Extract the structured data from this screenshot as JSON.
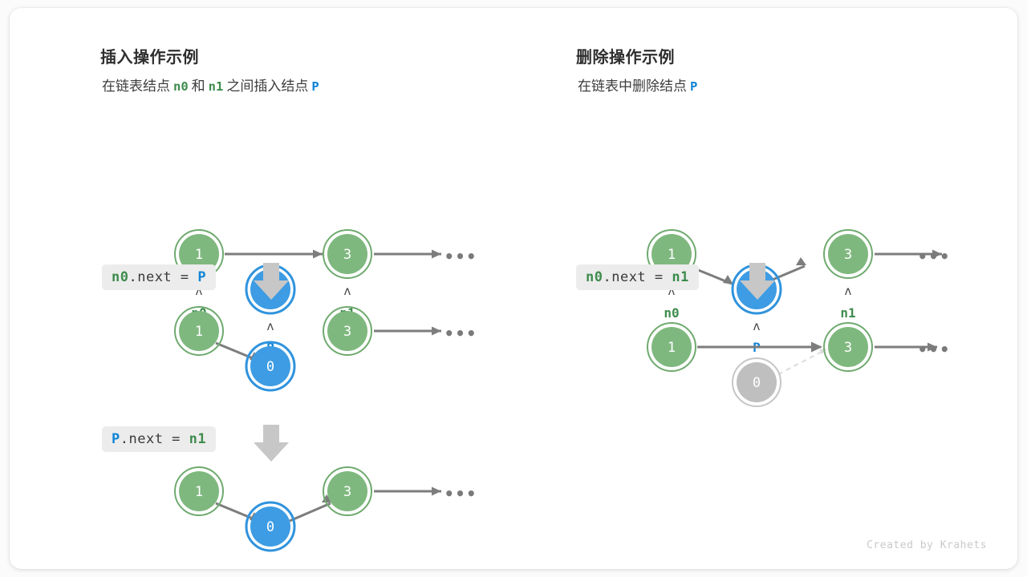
{
  "page": {
    "credit": "Created by Krahets",
    "background": "#fbfbfb",
    "card_background": "#ffffff"
  },
  "colors": {
    "green_fill": "#7fb87f",
    "green_ring": "#6faa6f",
    "green_text": "#3e8c4e",
    "blue_fill": "#3d9ce3",
    "blue_ring": "#2f93dd",
    "blue_text": "#1184d6",
    "gray_fill": "#bfbfbf",
    "gray_ring": "#c6c6c6",
    "arrow": "#7d7d7d",
    "dashed_arrow": "#d9d9d9",
    "badge_bg": "#ececec",
    "block_arrow": "#c7c7c7"
  },
  "left_panel": {
    "title": "插入操作示例",
    "subtitle": {
      "part1": "在链表结点",
      "code1": "n0",
      "part2": "和",
      "code2": "n1",
      "part3": "之间插入结点",
      "code3": "P"
    },
    "steps": [
      {
        "code": {
          "target": "n0",
          "prop": ".next = ",
          "value": "P"
        },
        "nodes": [
          {
            "value": "1",
            "color": "green",
            "pointer": "n0"
          },
          {
            "value": "0",
            "color": "blue",
            "pointer": "P"
          },
          {
            "value": "3",
            "color": "green",
            "pointer": "n1"
          }
        ],
        "ellipsis": "•••"
      },
      {
        "code": {
          "target": "P",
          "prop": ".next = ",
          "value": "n1"
        },
        "nodes": [
          {
            "value": "1",
            "color": "green"
          },
          {
            "value": "0",
            "color": "blue"
          },
          {
            "value": "3",
            "color": "green"
          }
        ],
        "ellipsis": "•••"
      },
      {
        "nodes": [
          {
            "value": "1",
            "color": "green"
          },
          {
            "value": "0",
            "color": "blue"
          },
          {
            "value": "3",
            "color": "green"
          }
        ],
        "ellipsis": "•••"
      }
    ]
  },
  "right_panel": {
    "title": "删除操作示例",
    "subtitle": {
      "part1": "在链表中删除结点",
      "code1": "P"
    },
    "steps": [
      {
        "code": {
          "target": "n0",
          "prop": ".next = ",
          "value": "n1"
        },
        "nodes": [
          {
            "value": "1",
            "color": "green",
            "pointer": "n0"
          },
          {
            "value": "0",
            "color": "blue",
            "pointer": "P"
          },
          {
            "value": "3",
            "color": "green",
            "pointer": "n1"
          }
        ],
        "ellipsis": "•••"
      },
      {
        "nodes": [
          {
            "value": "1",
            "color": "green"
          },
          {
            "value": "0",
            "color": "gray"
          },
          {
            "value": "3",
            "color": "green"
          }
        ],
        "ellipsis": "•••"
      }
    ]
  },
  "caret_glyph": "ʌ"
}
